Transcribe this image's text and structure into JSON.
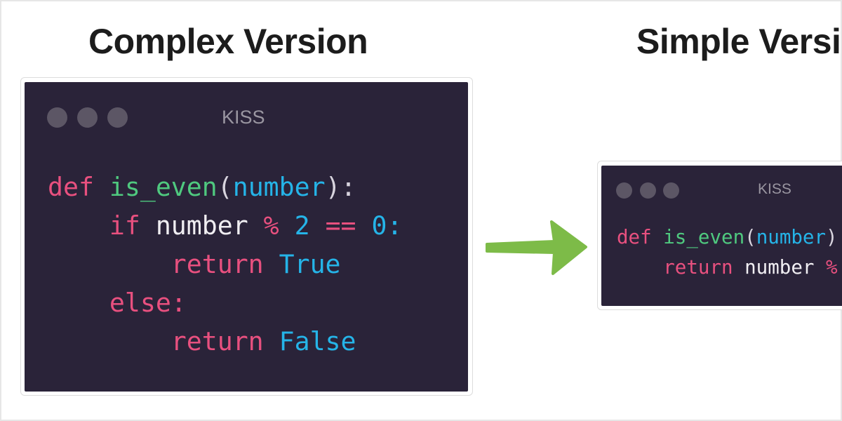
{
  "complex": {
    "heading": "Complex Version",
    "window_title": "KISS",
    "code_lines": [
      [
        {
          "t": "def ",
          "c": "k"
        },
        {
          "t": "is_even",
          "c": "f"
        },
        {
          "t": "(",
          "c": "o"
        },
        {
          "t": "number",
          "c": "p"
        },
        {
          "t": "):",
          "c": "o"
        }
      ],
      [
        {
          "t": "    if ",
          "c": "k"
        },
        {
          "t": "number ",
          "c": "n"
        },
        {
          "t": "% ",
          "c": "k"
        },
        {
          "t": "2 ",
          "c": "p"
        },
        {
          "t": "== ",
          "c": "k"
        },
        {
          "t": "0:",
          "c": "p"
        }
      ],
      [
        {
          "t": "        return ",
          "c": "k"
        },
        {
          "t": "True",
          "c": "p"
        }
      ],
      [
        {
          "t": "    else:",
          "c": "k"
        }
      ],
      [
        {
          "t": "        return ",
          "c": "k"
        },
        {
          "t": "False",
          "c": "p"
        }
      ]
    ]
  },
  "simple": {
    "heading": "Simple Version",
    "window_title": "KISS",
    "code_lines": [
      [
        {
          "t": "def ",
          "c": "k"
        },
        {
          "t": "is_even",
          "c": "f"
        },
        {
          "t": "(",
          "c": "o"
        },
        {
          "t": "number",
          "c": "p"
        },
        {
          "t": ")",
          "c": "o"
        }
      ],
      [
        {
          "t": "    return ",
          "c": "k"
        },
        {
          "t": "number ",
          "c": "n"
        },
        {
          "t": "%",
          "c": "k"
        }
      ]
    ]
  },
  "arrow": {
    "icon": "arrow-right-icon",
    "color": "#7dbb48"
  },
  "colors": {
    "background": "#2a2339",
    "keyword": "#e8507f",
    "function": "#4fc97f",
    "param": "#25b4e8",
    "text": "#f0eef2"
  }
}
